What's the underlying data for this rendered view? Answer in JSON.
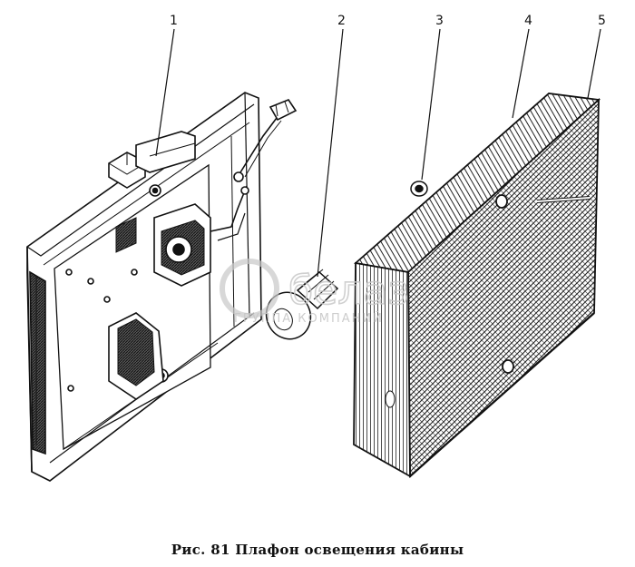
{
  "callouts": [
    {
      "id": "1",
      "label": "1"
    },
    {
      "id": "2",
      "label": "2"
    },
    {
      "id": "3",
      "label": "3"
    },
    {
      "id": "4",
      "label": "4"
    },
    {
      "id": "5",
      "label": "5"
    }
  ],
  "caption": "Рис. 81  Плафон освещения кабины",
  "watermark": {
    "brand": "белаз",
    "subtitle": "ГРУППА КОМПАНИЙ"
  },
  "colors": {
    "ink": "#111111",
    "paper": "#ffffff",
    "watermark": "#c8c8c8"
  }
}
